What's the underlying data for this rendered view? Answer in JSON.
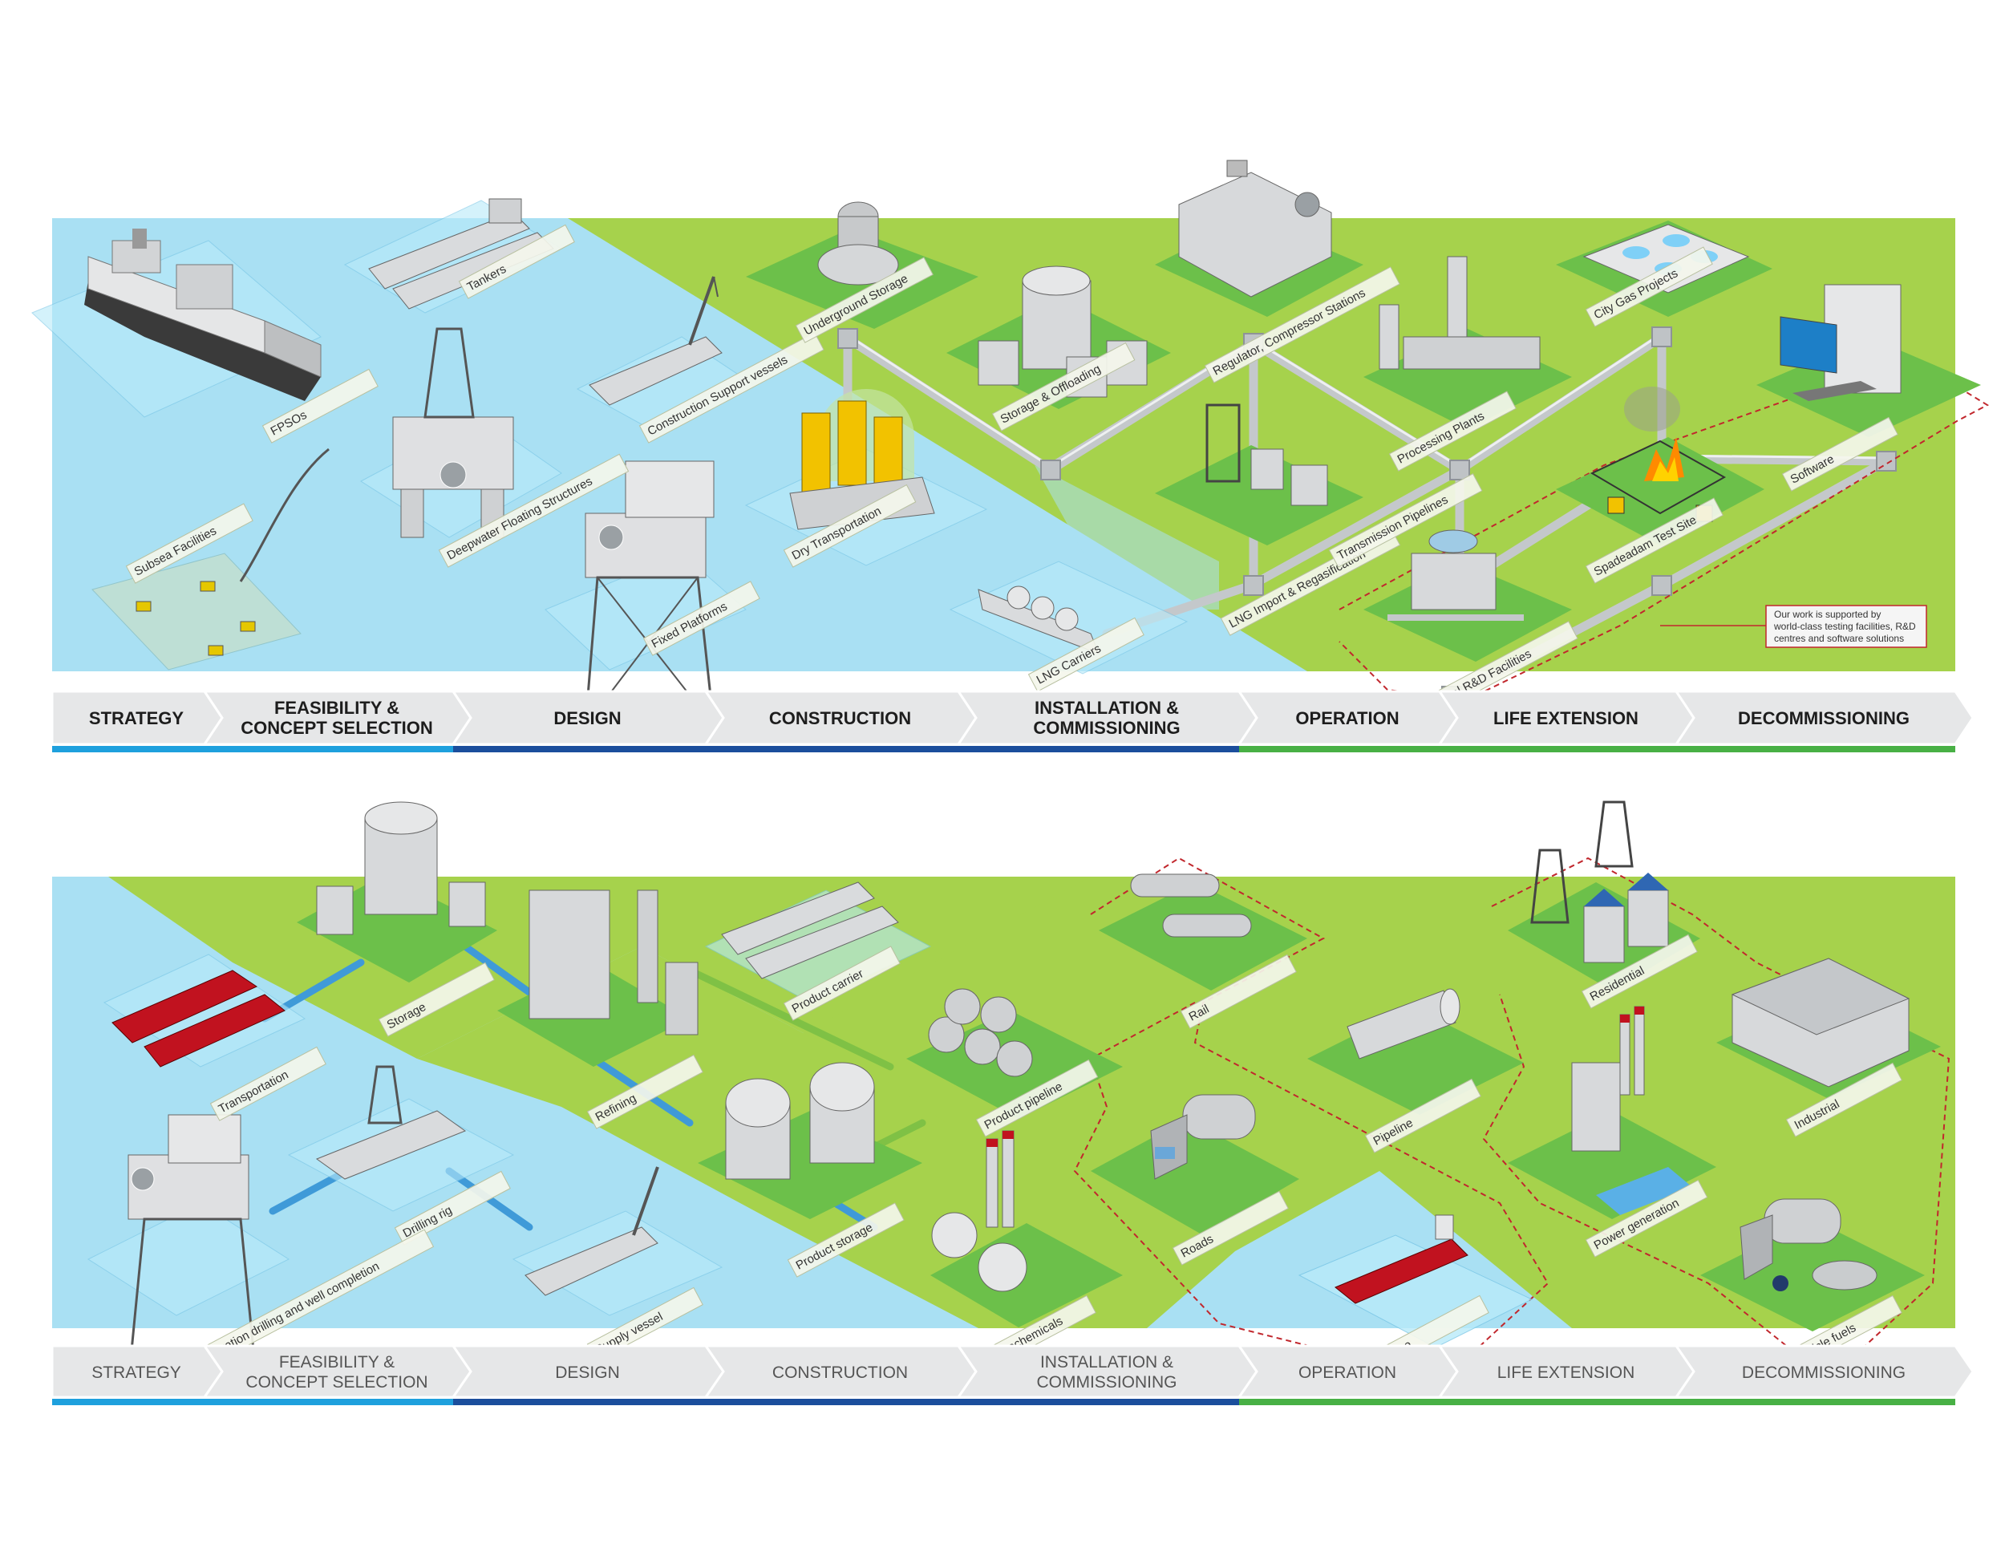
{
  "colors": {
    "water": "#a9e0f3",
    "land": "#a6d24c",
    "pad": "#6cc04a",
    "facility": "#d7d9db",
    "tanker_red": "#c1121f",
    "tank_yellow": "#f2c200",
    "pipe": "#cfd2d4",
    "bar_light_blue": "#1ea0dd",
    "bar_dark_blue": "#1b4e9c",
    "bar_green": "#48b045",
    "arrow_fill": "#e6e7e8",
    "dotted_red": "#c1272d"
  },
  "top": {
    "facilities": [
      {
        "label": "FPSOs",
        "icon": "fpso-ship-icon"
      },
      {
        "label": "Tankers",
        "icon": "tanker-ship-icon"
      },
      {
        "label": "Deepwater Floating Structures",
        "icon": "floating-rig-icon"
      },
      {
        "label": "Construction Support vessels",
        "icon": "crane-vessel-icon"
      },
      {
        "label": "Subsea Facilities",
        "icon": "subsea-template-icon"
      },
      {
        "label": "Fixed Platforms",
        "icon": "fixed-platform-icon"
      },
      {
        "label": "Underground Storage",
        "icon": "underground-storage-icon"
      },
      {
        "label": "Dry Transportation",
        "icon": "dry-transport-icon"
      },
      {
        "label": "Storage & Offloading",
        "icon": "storage-tanks-icon"
      },
      {
        "label": "LNG Carriers",
        "icon": "lng-carrier-icon"
      },
      {
        "label": "Regulator, Compressor Stations",
        "icon": "compressor-station-icon"
      },
      {
        "label": "LNG Import & Regasification",
        "icon": "regas-plant-icon"
      },
      {
        "label": "Processing Plants",
        "icon": "processing-plant-icon"
      },
      {
        "label": "Transmission Pipelines",
        "icon": "pipeline-icon"
      },
      {
        "label": "City Gas Projects",
        "icon": "city-gas-icon"
      },
      {
        "label": "International R&D Facilities",
        "icon": "rnd-facility-icon"
      },
      {
        "label": "Spadeadam Test Site",
        "icon": "fire-test-icon"
      },
      {
        "label": "Software",
        "icon": "computer-icon"
      }
    ],
    "note": [
      "Our work is supported by",
      "world-class testing facilities, R&D",
      "centres and software solutions"
    ],
    "stages": [
      {
        "line1": "STRATEGY",
        "line2": ""
      },
      {
        "line1": "FEASIBILITY &",
        "line2": "CONCEPT SELECTION"
      },
      {
        "line1": "DESIGN",
        "line2": ""
      },
      {
        "line1": "CONSTRUCTION",
        "line2": ""
      },
      {
        "line1": "INSTALLATION &",
        "line2": "COMMISSIONING"
      },
      {
        "line1": "OPERATION",
        "line2": ""
      },
      {
        "line1": "LIFE EXTENSION",
        "line2": ""
      },
      {
        "line1": "DECOMMISSIONING",
        "line2": ""
      }
    ]
  },
  "bottom": {
    "facilities": [
      {
        "label": "Storage",
        "icon": "storage-tanks-icon"
      },
      {
        "label": "Transportation",
        "icon": "red-tanker-icon"
      },
      {
        "label": "Refining",
        "icon": "refinery-icon"
      },
      {
        "label": "Product carrier",
        "icon": "product-carrier-icon"
      },
      {
        "label": "Product pipeline",
        "icon": "pipe-stack-icon"
      },
      {
        "label": "Drilling rig",
        "icon": "drilling-ship-icon"
      },
      {
        "label": "Exploration drilling and well completion",
        "icon": "drilling-platform-icon"
      },
      {
        "label": "Product storage",
        "icon": "spherical-tanks-icon"
      },
      {
        "label": "Supply vessel",
        "icon": "supply-vessel-icon"
      },
      {
        "label": "Petrochemicals",
        "icon": "petrochemical-plant-icon"
      },
      {
        "label": "Rail",
        "icon": "rail-tanker-icon"
      },
      {
        "label": "Pipeline",
        "icon": "pipe-segment-icon"
      },
      {
        "label": "Roads",
        "icon": "road-tanker-icon"
      },
      {
        "label": "Barge",
        "icon": "barge-icon"
      },
      {
        "label": "Residential",
        "icon": "residential-icon"
      },
      {
        "label": "Industrial",
        "icon": "industrial-building-icon"
      },
      {
        "label": "Power generation",
        "icon": "power-plant-icon"
      },
      {
        "label": "Vehicle fuels",
        "icon": "vehicle-fuel-icon"
      }
    ],
    "stages": [
      {
        "line1": "STRATEGY",
        "line2": ""
      },
      {
        "line1": "FEASIBILITY &",
        "line2": "CONCEPT SELECTION"
      },
      {
        "line1": "DESIGN",
        "line2": ""
      },
      {
        "line1": "CONSTRUCTION",
        "line2": ""
      },
      {
        "line1": "INSTALLATION &",
        "line2": "COMMISSIONING"
      },
      {
        "line1": "OPERATION",
        "line2": ""
      },
      {
        "line1": "LIFE EXTENSION",
        "line2": ""
      },
      {
        "line1": "DECOMMISSIONING",
        "line2": ""
      }
    ]
  }
}
